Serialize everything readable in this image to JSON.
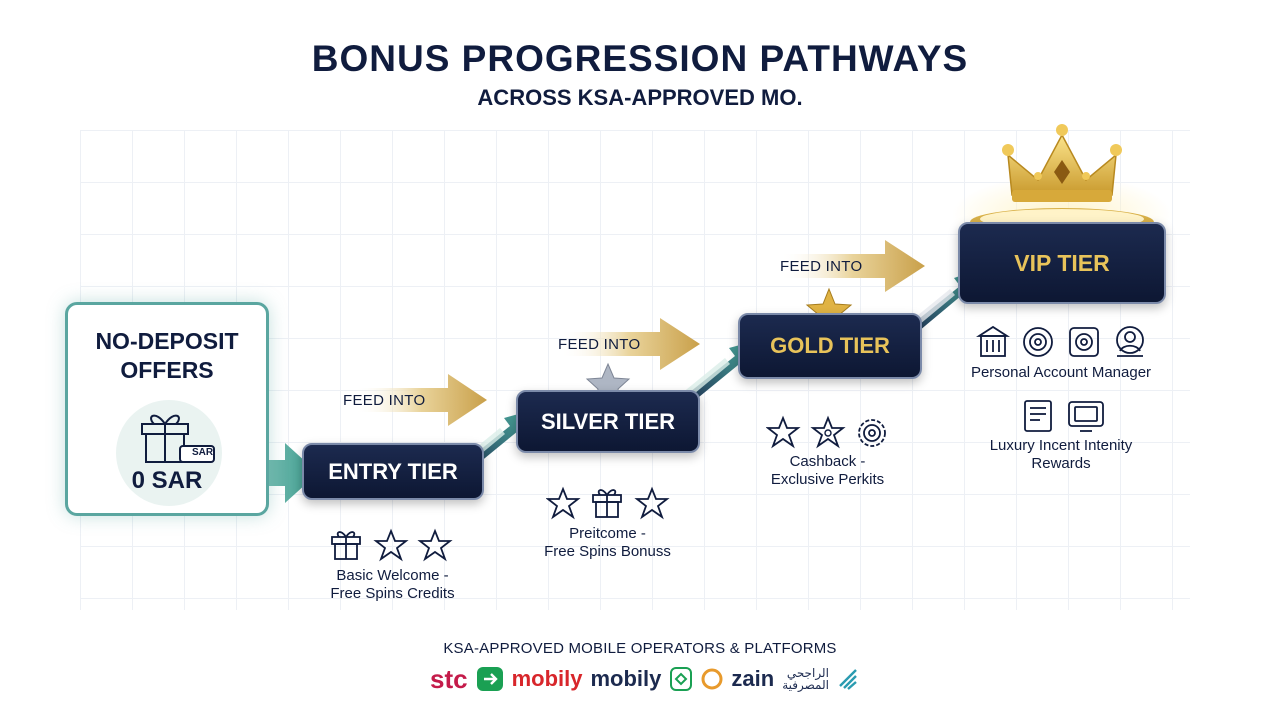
{
  "header": {
    "title": "BONUS PROGRESSION PATHWAYS",
    "subtitle": "ACROSS KSA-APPROVED MO."
  },
  "no_deposit": {
    "title_line1": "NO-DEPOSIT",
    "title_line2": "OFFERS",
    "tag_label": "SAR",
    "value": "0 SAR",
    "icon": "gift-icon"
  },
  "connector_label": "FEED INTO",
  "tiers": [
    {
      "name": "ENTRY TIER",
      "icons": [
        "gift-icon",
        "star-icon",
        "star-icon"
      ],
      "desc_line1": "Basic Welcome -",
      "desc_line2": "Free Spins Credits"
    },
    {
      "name": "SILVER TIER",
      "badge": "silver-star-icon",
      "icons": [
        "star-icon",
        "gift-icon",
        "star-icon"
      ],
      "desc_line1": "Preitcome -",
      "desc_line2": "Free Spins Bonuss"
    },
    {
      "name": "GOLD TIER",
      "badge": "gold-star-icon",
      "icons": [
        "star-icon",
        "badge-star-icon",
        "gear-icon"
      ],
      "desc_line1": "Cashback -",
      "desc_line2": "Exclusive Perkits"
    },
    {
      "name": "VIP TIER",
      "badge": "crown-icon",
      "icons": [
        "building-icon",
        "target-icon",
        "vault-icon",
        "manager-icon",
        "document-icon",
        "monitor-icon"
      ],
      "desc_line1": "Personal Account Manager",
      "desc_line2": "Luxury Incent Intenity",
      "desc_line3": "Rewards"
    }
  ],
  "footer": {
    "title": "KSA-APPROVED MOBILE OPERATORS & PLATFORMS",
    "logos": [
      "stc",
      "mobily",
      "mobily",
      "zain"
    ],
    "logo_arabic_line1": "الراجحي",
    "logo_arabic_line2": "المصرفية"
  },
  "colors": {
    "navy": "#0f1b3d",
    "teal": "#5aa6a0",
    "gold": "#e8c35a"
  }
}
